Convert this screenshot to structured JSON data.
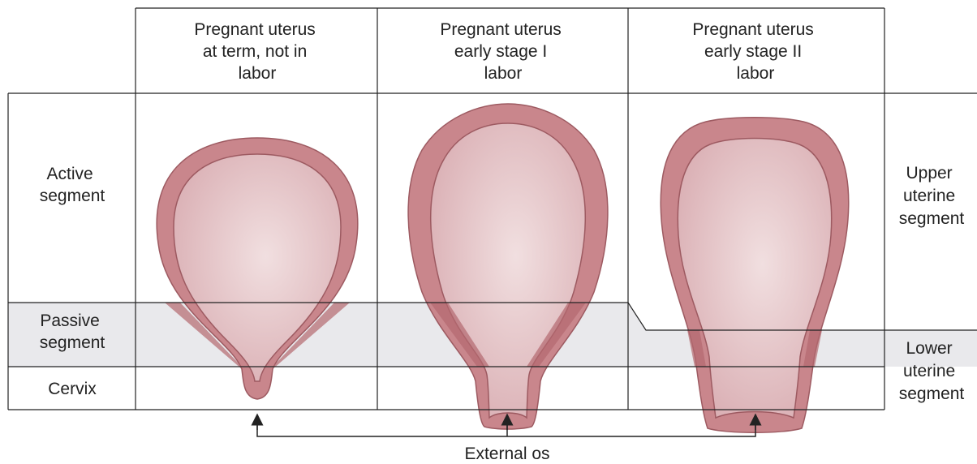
{
  "columns": [
    {
      "header": [
        "Pregnant uterus",
        "at term, not in",
        "labor"
      ]
    },
    {
      "header": [
        "Pregnant uterus",
        "early stage I",
        "labor"
      ]
    },
    {
      "header": [
        "Pregnant uterus",
        "early stage II",
        "labor"
      ]
    }
  ],
  "left_labels": {
    "active": [
      "Active",
      "segment"
    ],
    "passive": [
      "Passive",
      "segment"
    ],
    "cervix": [
      "Cervix"
    ]
  },
  "right_labels": {
    "upper": [
      "Upper",
      "uterine",
      "segment"
    ],
    "lower": [
      "Lower",
      "uterine",
      "segment"
    ]
  },
  "footer": {
    "external_os": "External os"
  },
  "colors": {
    "wall": "#c9868c",
    "wall_dark": "#b3686f",
    "cavity": "#e6c3c6",
    "cavity_light": "#f0dadb",
    "band": "#e9e9ec",
    "line": "#222222"
  }
}
